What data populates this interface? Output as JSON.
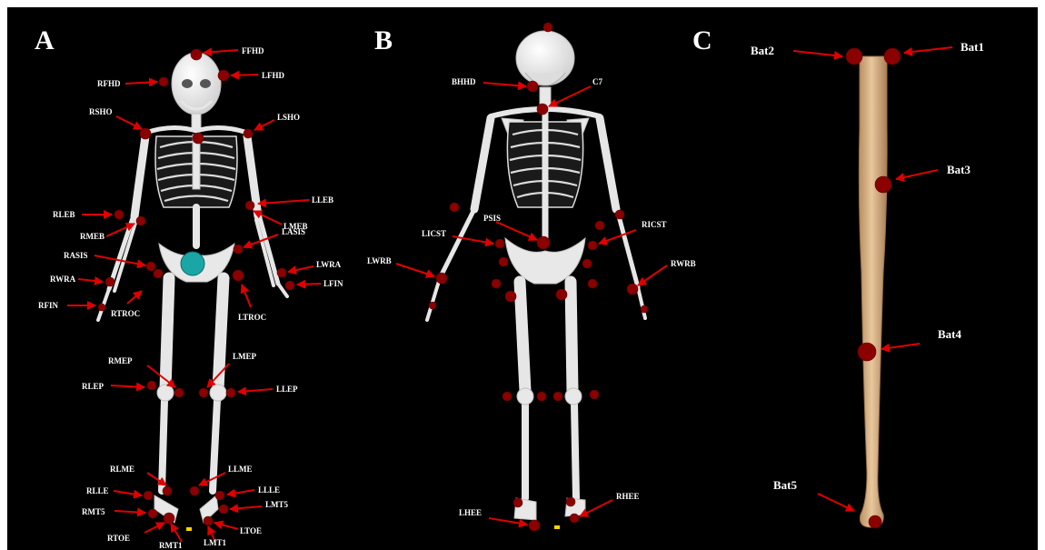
{
  "panels": {
    "A": {
      "label": "A",
      "markers": [
        "FFHD",
        "RFHD",
        "LFHD",
        "RSHO",
        "LSHO",
        "RLEB",
        "LLEB",
        "RMEB",
        "LMEB",
        "RASIS",
        "LASIS",
        "RWRA",
        "LWRA",
        "RFIN",
        "LFIN",
        "RTROC",
        "LTROC",
        "RMEP",
        "LMEP",
        "RLEP",
        "LLEP",
        "RLME",
        "LLME",
        "RLLE",
        "LLLE",
        "RMT5",
        "LMT5",
        "RTOE",
        "LTOE",
        "RMT1",
        "LMT1"
      ]
    },
    "B": {
      "label": "B",
      "markers": [
        "BHHD",
        "C7",
        "PSIS",
        "LICST",
        "RICST",
        "LWRB",
        "RWRB",
        "LHEE",
        "RHEE"
      ]
    },
    "C": {
      "label": "C",
      "markers": [
        "Bat2",
        "Bat1",
        "Bat3",
        "Bat4",
        "Bat5"
      ]
    }
  },
  "colors": {
    "background": "#000000",
    "marker": "#8b0000",
    "arrow": "#e00000",
    "pelvis_marker": "#1aa6a6",
    "bat": "#dcb68a",
    "bone": "#e8e8e8"
  }
}
